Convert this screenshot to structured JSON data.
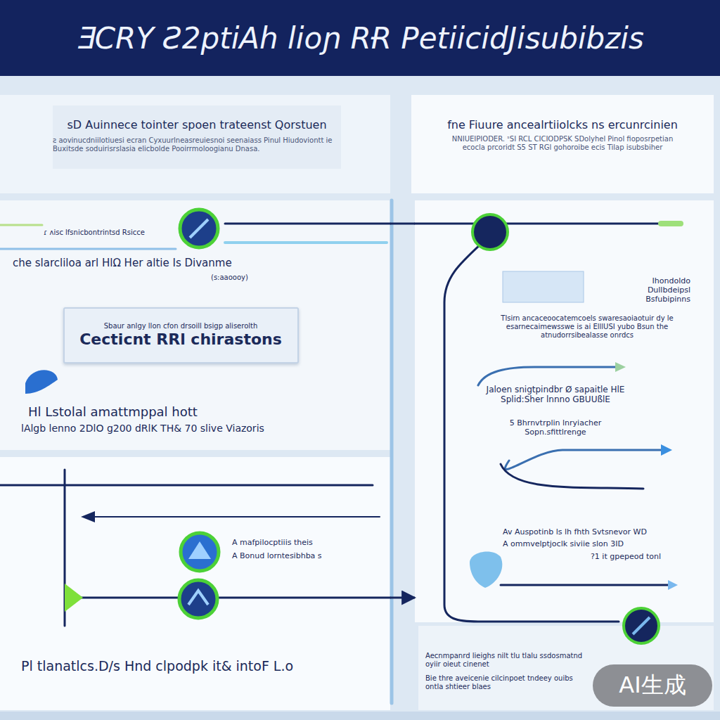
{
  "diagram": {
    "title": "ƎCRY Ƨ2ptiAh lioɲ RɌ PetiicidJisubibzis",
    "nodes": [
      {
        "text": [
          "sD Auinnece tointer spoen trateenst Qorstuen",
          "ƨ aovinucdniilotiuesi ecran Cyxuurlneasreuiesnoi seenaiass Pinul Hiudoviontt ie Buxitsde soduirisrslasia elicbolde Pooirrmoloogianu Dnasa."
        ]
      },
      {
        "text": [
          "fne Fiuure ancealrtiiolcks ns ercunrcinien",
          "NNIUEIPIODER. ˢSI RCL CICIODPSK SDolyhel Pinol fioposrpetian ecocla prcoridt S5 ST RGl gohoroibe ecis Tilap isubsbiher"
        ]
      },
      {
        "text": [
          "ɾ ʌisc lfsnicbontrintsd Rsicce",
          "che slarcliloa arl HlΩ Her altie Is Divanme",
          "(s:aaoooy)",
          "Hl Lstolal amattmppal hott",
          "lAlgb lenno 2DlO g200 dRlK TH& 70 slive Viazoris"
        ]
      },
      {
        "text": [
          "Sbaur anlgy llon cfon drsoill bsigp aliserolth",
          "Cecticnt RRl chirastons"
        ],
        "in": 2
      },
      {
        "text": [
          "A mafpilocptiiis theis",
          "A Bonud lorntesibhba s",
          "Pl tlanatlcs.D/s Hnd clpodpk it& intoF L.o"
        ]
      },
      {
        "text": [
          "Ihondoldo Dullbdeipsl Bsfubipinns",
          "Tlsirn ancaceoocatemcoels swaresaoiaotuir dy le esarnecaimewsswe is ai ElllUSI yubo Bsun the atnudorrsibealasse onrdcs",
          "Jaloen snigtpindbr Ø sapaitle HlE Splid:Sher lnnno GBUUßlE",
          "5 Bhrnvtrplin lnryiacher Sopn.sfittlrenge",
          "Av Auspotinb ls lh fhth Svtsnevor WD",
          "A ommvelptjoclk siviie slon 3ID",
          "?1 it gpepeod tonl",
          "Aecnmpanrd lieighs nilt tlu tlalu ssdosmatnd oyiir oieut cinenet",
          "Bie thre aveicenie cilcinpoet tndeey ouibs ontla shtieer blaes"
        ]
      }
    ],
    "edges": [
      {
        "from": 2,
        "to": 5,
        "arrow": "none"
      },
      {
        "from": 4,
        "to": 5,
        "arrow": "to"
      }
    ],
    "labels": [
      "AI生成"
    ]
  }
}
